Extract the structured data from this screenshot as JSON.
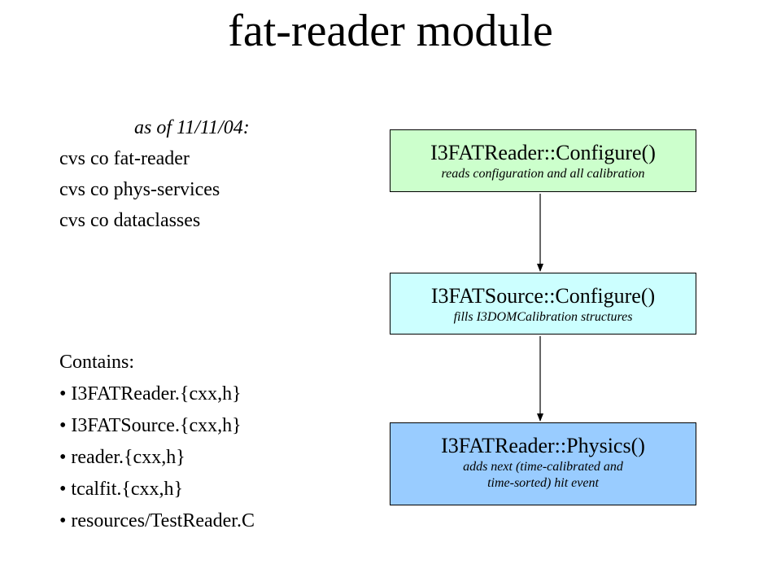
{
  "title": "fat-reader module",
  "cvs": {
    "heading": "as of 11/11/04:",
    "lines": [
      "cvs co fat-reader",
      "cvs co phys-services",
      "cvs co dataclasses"
    ]
  },
  "contains": {
    "heading": "Contains:",
    "items": [
      "I3FATReader.{cxx,h}",
      "I3FATSource.{cxx,h}",
      "reader.{cxx,h}",
      "tcalfit.{cxx,h}",
      "resources/TestReader.C"
    ]
  },
  "boxes": [
    {
      "heading": "I3FATReader::Configure()",
      "sub": [
        "reads configuration and all calibration"
      ],
      "fill": "#ccffcc"
    },
    {
      "heading": "I3FATSource::Configure()",
      "sub": [
        "fills I3DOMCalibration structures"
      ],
      "fill": "#ccffff"
    },
    {
      "heading": "I3FATReader::Physics()",
      "sub": [
        "adds next (time-calibrated and",
        "time-sorted) hit event"
      ],
      "fill": "#99ccff"
    }
  ]
}
